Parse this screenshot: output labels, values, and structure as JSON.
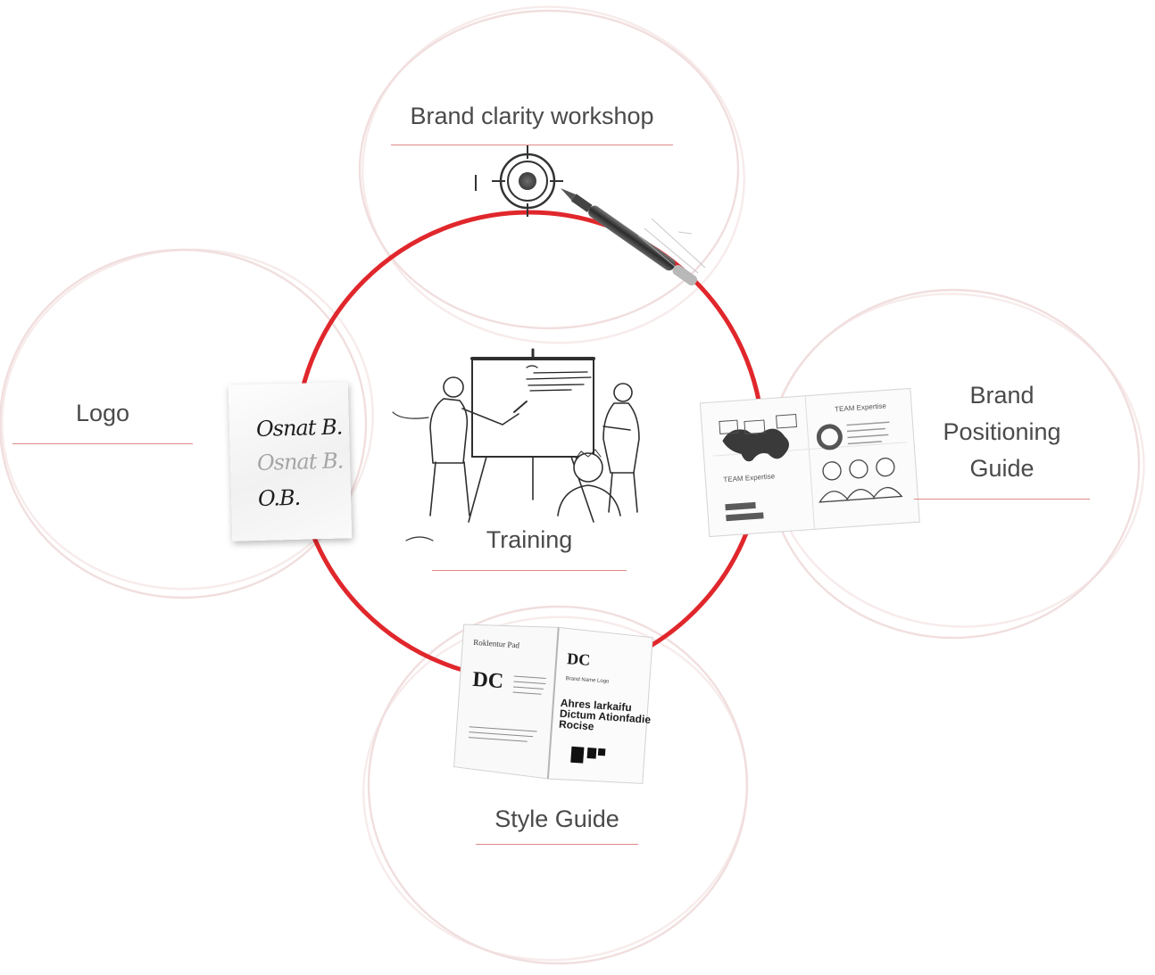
{
  "nodes": {
    "workshop": {
      "lines": [
        "Brand clarity workshop"
      ]
    },
    "logo": {
      "lines": [
        "Logo"
      ]
    },
    "positioning": {
      "lines": [
        "Brand",
        "Positioning",
        "Guide"
      ]
    },
    "training": {
      "lines": [
        "Training"
      ]
    },
    "style_guide": {
      "lines": [
        "Style Guide"
      ]
    }
  },
  "illustrations": {
    "signature_paper": {
      "lines": [
        "Osnat B.",
        "Osnat B.",
        "O.B."
      ]
    },
    "positioning_guide_sheet": {
      "lines": [
        "TEAM Expertise",
        "TEAM Expertise"
      ]
    },
    "style_guide_booklet": {
      "lines": [
        "Roklentur Pad",
        "Brand Name Logo",
        "Ahres larkaifu",
        "Dictum Ationfadie",
        "Rocise"
      ]
    }
  },
  "colors": {
    "main_ring": "#e0272c",
    "faint_ring": "#f1dede",
    "underline": "#e08b86",
    "text": "#4a4a4a"
  }
}
